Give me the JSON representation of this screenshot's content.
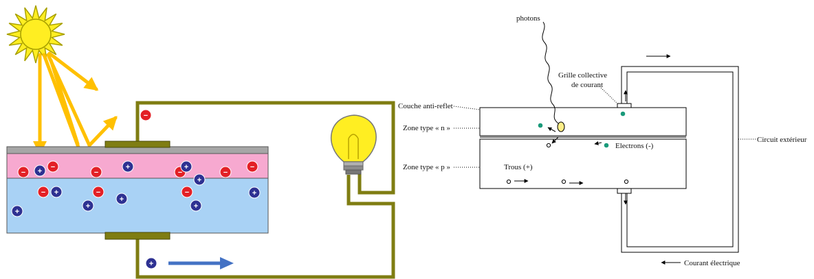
{
  "right_diagram": {
    "labels": {
      "photons": "photons",
      "grille": "Grille collective",
      "grille2": "de courant",
      "couche": "Couche anti-reflet",
      "zone_n": "Zone type « n »",
      "zone_p": "Zone type « p »",
      "electrons": "Electrons (-)",
      "trous": "Trous (+)",
      "circuit": "Circuit extérieur",
      "courant": "Courant électrique"
    }
  },
  "left_diagram": {
    "colors": {
      "sun": "#ffee22",
      "sun_outline": "#a8a000",
      "ray": "#ffc000",
      "wire": "#7f7d12",
      "n_layer": "#f7a9d0",
      "p_layer": "#a9d2f5",
      "top_gray": "#a6a6a6",
      "electron": "#e32026",
      "hole": "#2e3192",
      "flow_arrow": "#4472c4"
    },
    "symbols": {
      "electron": "−",
      "hole": "+"
    }
  }
}
